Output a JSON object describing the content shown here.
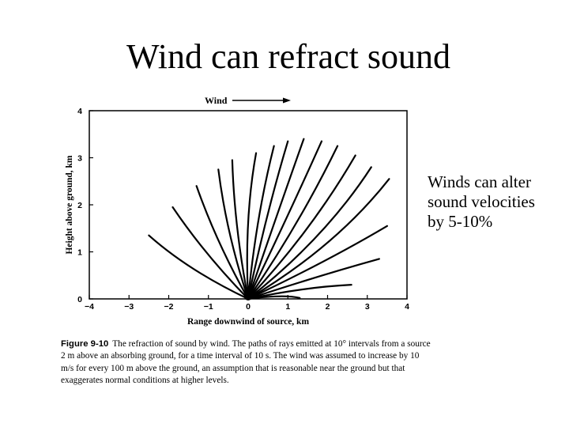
{
  "slide": {
    "title": "Wind can refract sound",
    "side_text": [
      "Winds can alter",
      "sound velocities",
      "by 5-10%"
    ]
  },
  "figure": {
    "wind_label": "Wind",
    "xlabel": "Range downwind of source, km",
    "ylabel": "Height above ground, km",
    "x_ticks": [
      "−4",
      "−3",
      "−2",
      "−1",
      "0",
      "1",
      "2",
      "3",
      "4"
    ],
    "y_ticks": [
      "0",
      "1",
      "2",
      "3",
      "4"
    ],
    "xlim": [
      -4,
      4
    ],
    "ylim": [
      0,
      4
    ],
    "caption_lead": "Figure 9-10",
    "caption_text": "The refraction of sound by wind. The paths of rays emitted at 10° intervals from a source 2 m above an absorbing ground, for a time interval of 10 s. The wind was assumed to increase by 10 m/s for every 100 m above the ground, an assumption that is reasonable near the ground but that exaggerates normal conditions at higher levels."
  },
  "chart_data": {
    "type": "line",
    "xlabel": "Range downwind of source, km",
    "ylabel": "Height above ground, km",
    "xlim": [
      -4,
      4
    ],
    "ylim": [
      0,
      4
    ],
    "series": [
      {
        "x": [
          0,
          -1.5,
          -2.5
        ],
        "y": [
          0,
          0.6,
          1.35
        ]
      },
      {
        "x": [
          0,
          -1.1,
          -1.9
        ],
        "y": [
          0,
          0.95,
          1.95
        ]
      },
      {
        "x": [
          0,
          -0.8,
          -1.3
        ],
        "y": [
          0,
          1.2,
          2.4
        ]
      },
      {
        "x": [
          0,
          -0.55,
          -0.75
        ],
        "y": [
          0,
          1.4,
          2.75
        ]
      },
      {
        "x": [
          0,
          -0.35,
          -0.4
        ],
        "y": [
          0,
          1.55,
          2.95
        ]
      },
      {
        "x": [
          0,
          -0.1,
          0.2
        ],
        "y": [
          0,
          1.7,
          3.1
        ]
      },
      {
        "x": [
          0,
          0.2,
          0.65
        ],
        "y": [
          0,
          1.75,
          3.25
        ]
      },
      {
        "x": [
          0,
          0.45,
          1.0
        ],
        "y": [
          0,
          1.8,
          3.35
        ]
      },
      {
        "x": [
          0,
          0.75,
          1.4
        ],
        "y": [
          0,
          1.85,
          3.4
        ]
      },
      {
        "x": [
          0,
          1.0,
          1.85
        ],
        "y": [
          0,
          1.75,
          3.35
        ]
      },
      {
        "x": [
          0,
          1.3,
          2.25
        ],
        "y": [
          0,
          1.6,
          3.25
        ]
      },
      {
        "x": [
          0,
          1.6,
          2.7
        ],
        "y": [
          0,
          1.45,
          3.05
        ]
      },
      {
        "x": [
          0,
          1.95,
          3.1
        ],
        "y": [
          0,
          1.3,
          2.8
        ]
      },
      {
        "x": [
          0,
          2.2,
          3.55
        ],
        "y": [
          0,
          1.1,
          2.55
        ]
      },
      {
        "x": [
          0,
          2.0,
          3.5
        ],
        "y": [
          0,
          0.8,
          1.55
        ]
      },
      {
        "x": [
          0,
          1.8,
          3.3
        ],
        "y": [
          0,
          0.5,
          0.85
        ]
      },
      {
        "x": [
          0,
          1.4,
          2.6
        ],
        "y": [
          0,
          0.25,
          0.3
        ]
      },
      {
        "x": [
          0,
          0.9,
          1.3
        ],
        "y": [
          0,
          0.1,
          0.02
        ]
      }
    ]
  }
}
